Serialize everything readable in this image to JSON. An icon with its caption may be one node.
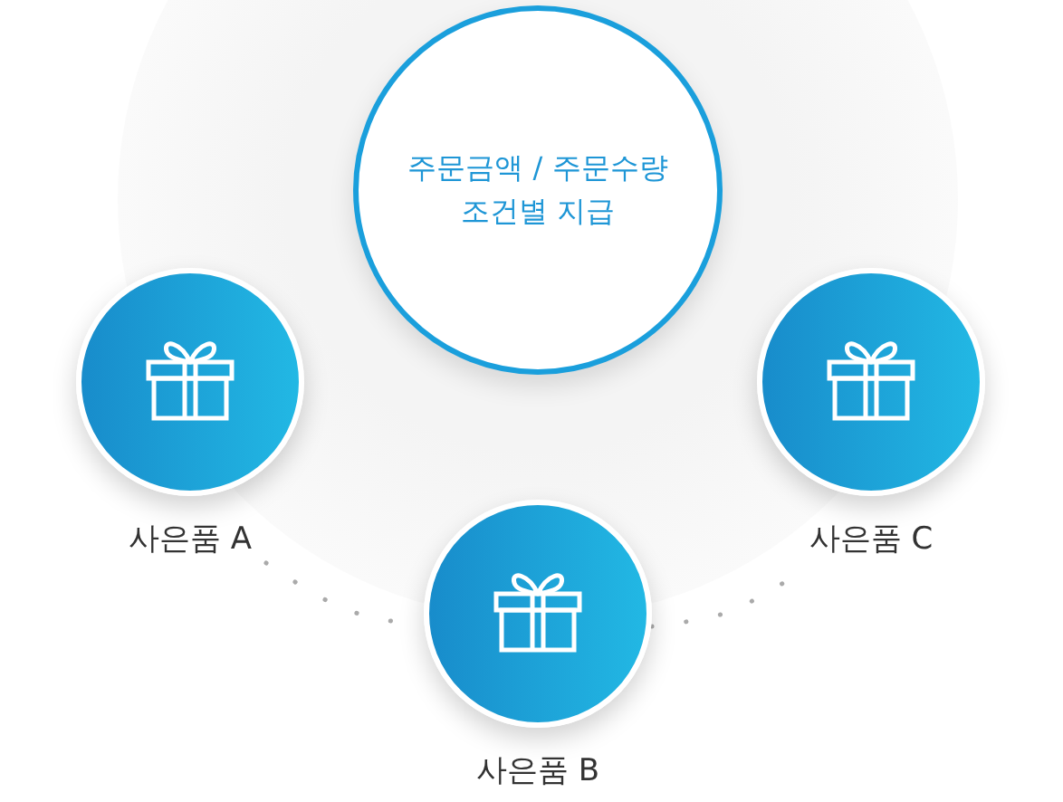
{
  "diagram": {
    "nodes": [
      {
        "text": [
          "주문금액 / 주문수량 조건별 지급"
        ]
      },
      {
        "text": [
          "사은품 A"
        ]
      },
      {
        "text": [
          "사은품 B"
        ]
      },
      {
        "text": [
          "사은품 C"
        ]
      }
    ],
    "edges": [
      {
        "from": 1,
        "to": 2,
        "arrow": "none",
        "style": "dashed"
      },
      {
        "from": 2,
        "to": 3,
        "arrow": "none",
        "style": "dashed"
      }
    ]
  }
}
